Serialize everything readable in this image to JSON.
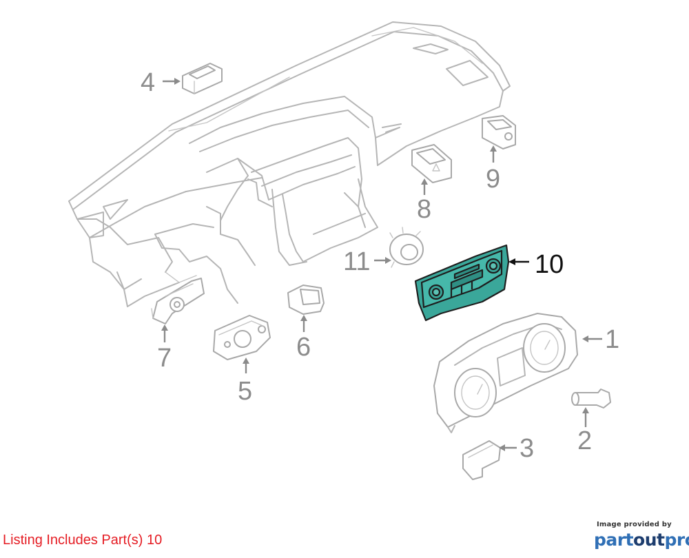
{
  "diagram": {
    "callouts": [
      {
        "id": "1",
        "label": "1"
      },
      {
        "id": "2",
        "label": "2"
      },
      {
        "id": "3",
        "label": "3"
      },
      {
        "id": "4",
        "label": "4"
      },
      {
        "id": "5",
        "label": "5"
      },
      {
        "id": "6",
        "label": "6"
      },
      {
        "id": "7",
        "label": "7"
      },
      {
        "id": "8",
        "label": "8"
      },
      {
        "id": "9",
        "label": "9"
      },
      {
        "id": "10",
        "label": "10"
      },
      {
        "id": "11",
        "label": "11"
      }
    ],
    "highlighted_part": "10",
    "highlight_color": "#3aa79a"
  },
  "footer": {
    "listing_note": "Listing Includes Part(s) 10",
    "listing_color": "#e51c23"
  },
  "brand": {
    "caption": "Image provided by",
    "logo_part": "part",
    "logo_out": "out",
    "logo_pro": "pro"
  }
}
